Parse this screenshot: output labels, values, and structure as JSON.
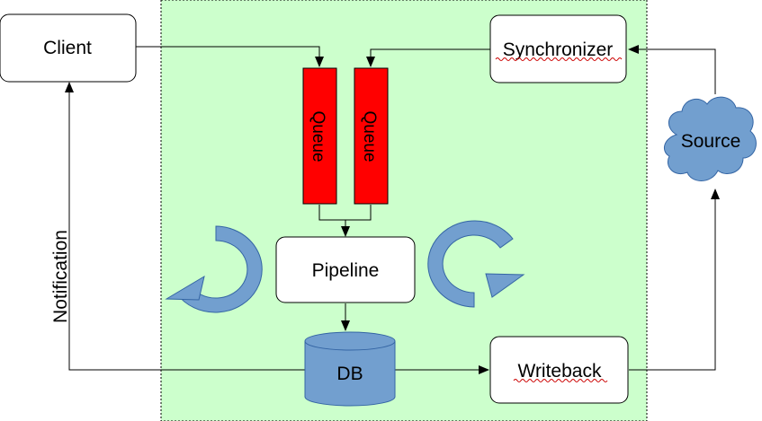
{
  "nodes": {
    "client": "Client",
    "synchronizer": "Synchronizer",
    "queue_1": "Queue",
    "queue_2": "Queue",
    "pipeline": "Pipeline",
    "db": "DB",
    "writeback": "Writeback",
    "source": "Source"
  },
  "edges": {
    "notification_label": "Notification"
  },
  "colors": {
    "region_fill": "#ccffcc",
    "queue_fill": "#ff0000",
    "cylinder_fill": "#729fcf",
    "cycle_arrow_fill": "#729fcf",
    "cloud_fill": "#729fcf",
    "spellcheck_underline": "#cc0000"
  }
}
